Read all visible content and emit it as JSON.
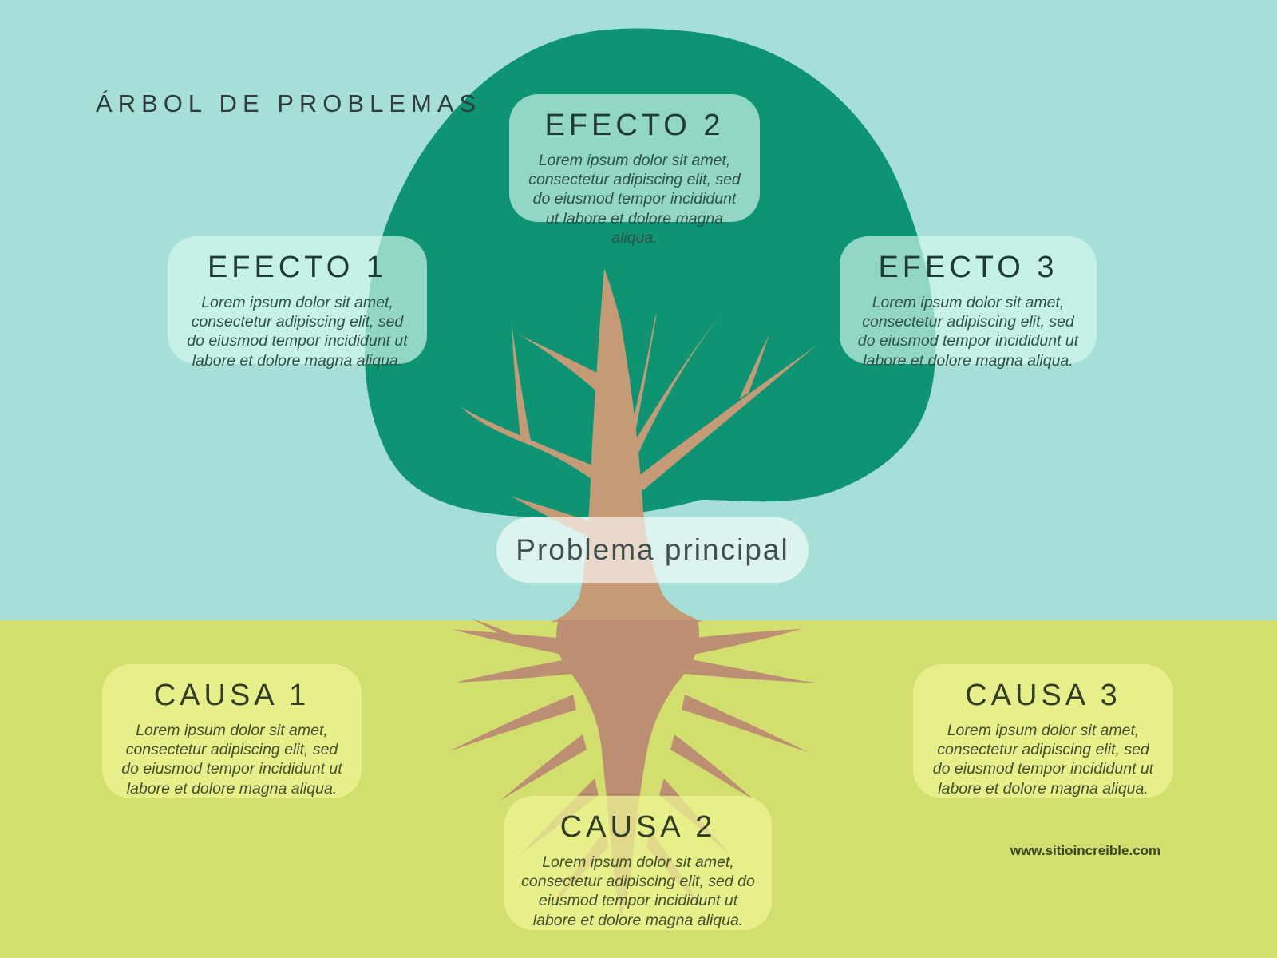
{
  "title": "ÁRBOL DE PROBLEMAS",
  "main_problem": {
    "label": "Problema principal"
  },
  "effects": [
    {
      "label": "EFECTO 1",
      "body": "Lorem ipsum dolor sit amet, consectetur adipiscing elit, sed do eiusmod tempor incididunt ut labore et dolore magna aliqua."
    },
    {
      "label": "EFECTO 2",
      "body": "Lorem ipsum dolor sit amet, consectetur adipiscing elit, sed do eiusmod tempor incididunt ut labore et dolore magna aliqua."
    },
    {
      "label": "EFECTO 3",
      "body": "Lorem ipsum dolor sit amet, consectetur adipiscing elit, sed do eiusmod tempor incididunt ut labore et dolore magna aliqua."
    }
  ],
  "causes": [
    {
      "label": "CAUSA 1",
      "body": "Lorem ipsum dolor sit amet, consectetur adipiscing elit, sed do eiusmod tempor incididunt ut labore et dolore magna aliqua."
    },
    {
      "label": "CAUSA 2",
      "body": "Lorem ipsum dolor sit amet, consectetur adipiscing elit, sed do eiusmod tempor incididunt ut labore et dolore magna aliqua."
    },
    {
      "label": "CAUSA 3",
      "body": "Lorem ipsum dolor sit amet, consectetur adipiscing elit, sed do eiusmod tempor incididunt ut labore et dolore magna aliqua."
    }
  ],
  "footer": {
    "website": "www.sitioincreible.com"
  },
  "colors": {
    "sky": "#a6dfd7",
    "ground": "#d2de6e",
    "canopy": "#0f9473",
    "trunk": "#c59b77",
    "roots": "#bd8f72",
    "effect_card_fill": "rgba(214,250,240,0.66)",
    "cause_card_fill": "rgba(240,247,150,0.70)",
    "main_problem_fill": "rgba(255,255,255,0.62)"
  }
}
